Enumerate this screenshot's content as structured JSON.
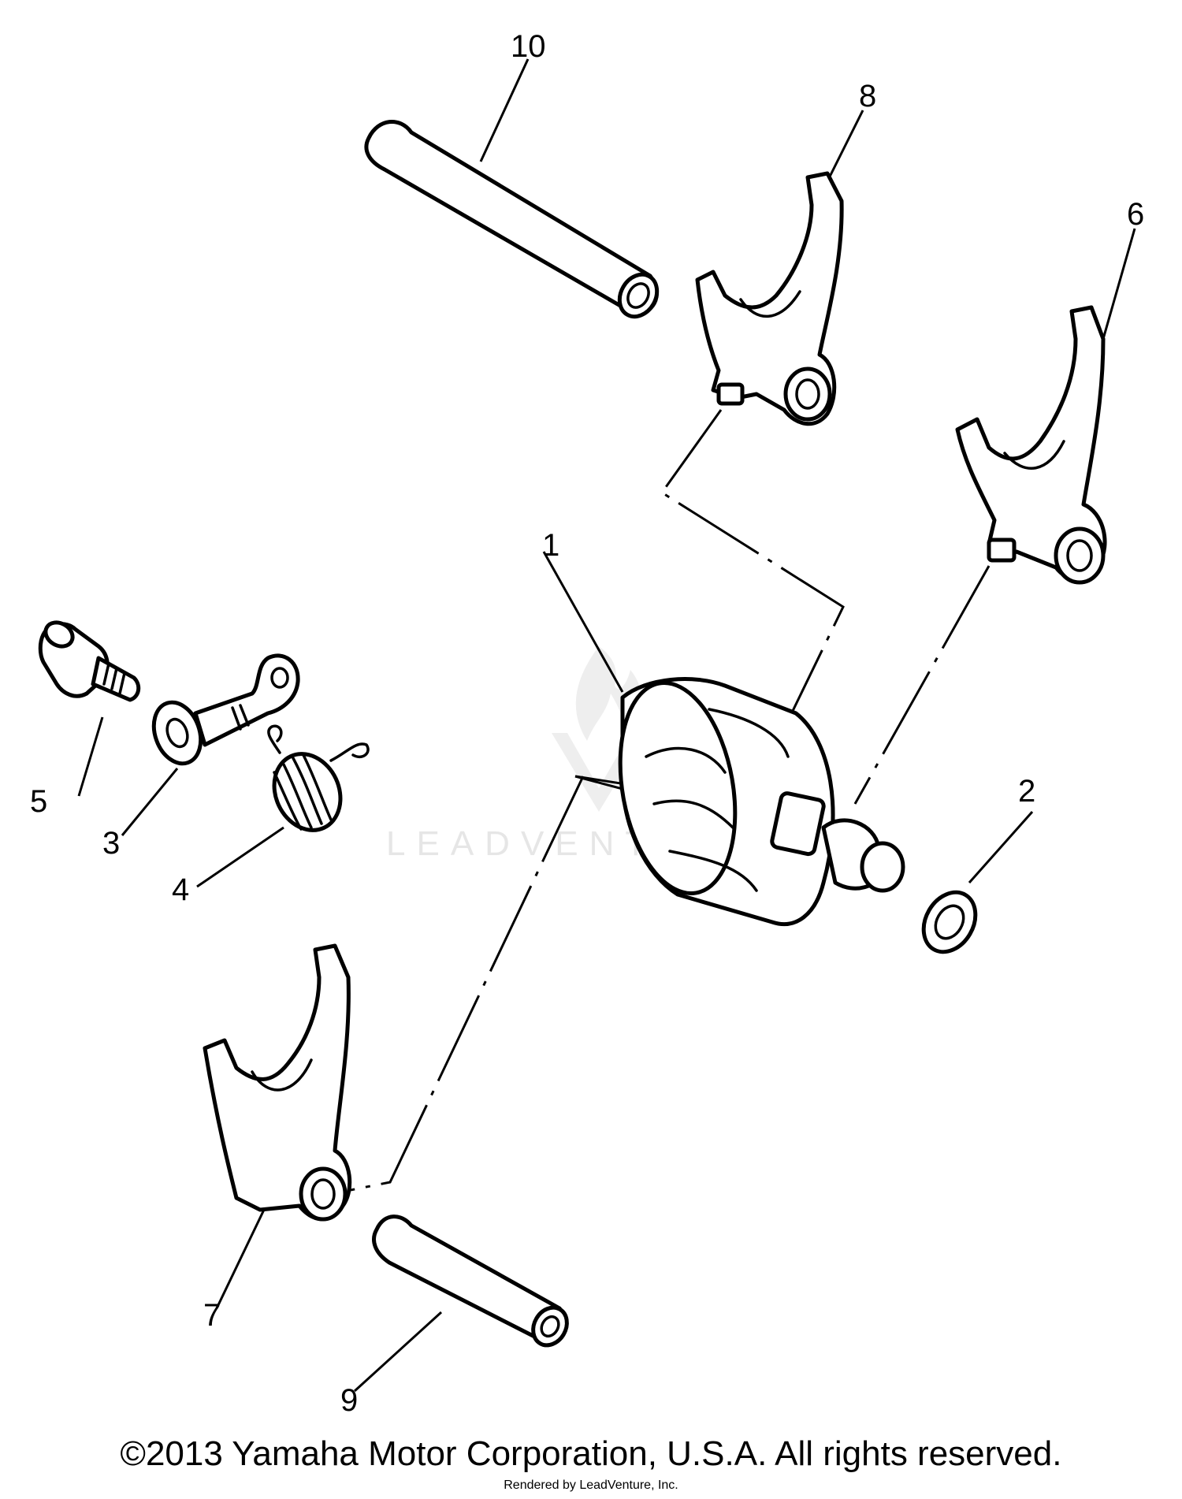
{
  "diagram": {
    "callouts": [
      "1",
      "2",
      "3",
      "4",
      "5",
      "6",
      "7",
      "8",
      "9",
      "10"
    ],
    "watermark": "LEADVENTURE"
  },
  "footer": {
    "copyright": "©2013 Yamaha Motor Corporation, U.S.A. All rights reserved.",
    "rendered_by": "Rendered by LeadVenture, Inc."
  }
}
